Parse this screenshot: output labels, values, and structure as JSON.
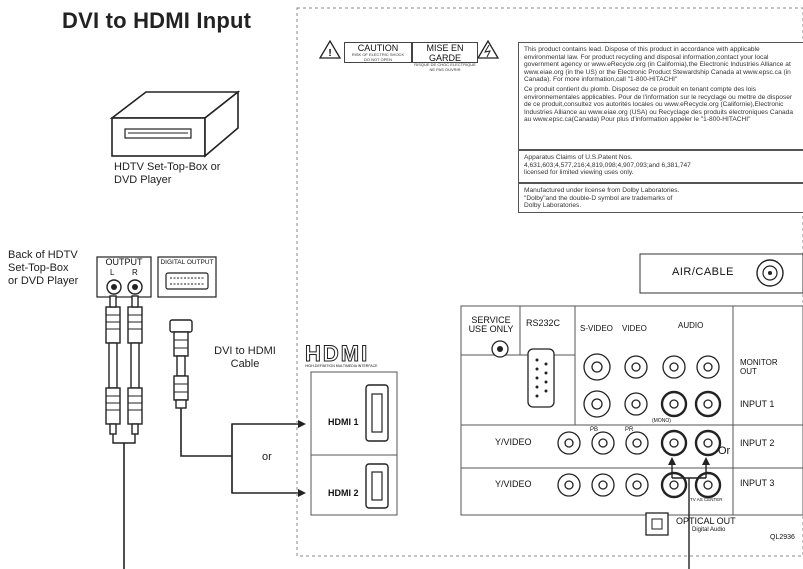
{
  "title": "DVI to HDMI Input",
  "device": {
    "name": "HDTV Set-Top-Box or\nDVD Player",
    "back_label": "Back of HDTV\nSet-Top-Box\nor DVD Player",
    "output_label": "OUTPUT",
    "output_l": "L",
    "output_r": "R",
    "digital_output_label": "DIGITAL OUTPUT"
  },
  "cable_label": "DVI to HDMI\nCable",
  "or_left": "or",
  "or_right": "Or",
  "tv_panel": {
    "caution_en": "CAUTION",
    "caution_fr": "MISE EN GARDE",
    "caution_en_sub": "RISK OF ELECTRIC SHOCK\nDO NOT OPEN",
    "caution_fr_sub": "RISQUE DE CHOC ELECTRIQUE\nNE PAS OUVRIR",
    "notice_en": "This product contains lead. Dispose of this product in accordance with applicable environmental law. For product recycling and disposal information,contact your local government agency or www.eRecycle.org (in California),the Electronic Industries Alliance at www.eiae.org (in the US) or the Electronic Product Stewardship Canada at www.epsc.ca (in Canada). For more information,call \"1-800-HITACHI\"",
    "notice_fr": "Ce produit contient du plomb. Disposez de ce produit en tenant compte des lois environnementales applicables. Pour de l'information sur le recyclage ou mettre de disposer de ce produit,consultez vos autorités locales ou www.eRecycle.org (Californie),Electronic Industries Alliance au www.eiae.org (USA) ou Recyclage des produits électroniques Canada au www.epsc.ca(Canada) Pour plus d'information appeler le \"1-800-HITACHI\"",
    "patent": "Apparatus Claims of U.S.Patent Nos.\n4,631,603;4,577,216;4,819,098;4,907,093;and 6,381,747\nlicensed for limited viewing uses only.",
    "dolby": "Manufactured under license from Dolby Laboratories.\n\"Dolby\"and the double-D symbol are trademarks of\nDolby Laboratories.",
    "air_cable": "AIR/CABLE",
    "service": "SERVICE\nUSE ONLY",
    "rs232c": "RS232C",
    "s_video": "S-VIDEO",
    "video": "VIDEO",
    "audio": "AUDIO",
    "hdmi_logo": "HDMI",
    "hdmi_tagline": "HIGH-DEFINITION MULTIMEDIA INTERFACE",
    "hdmi1": "HDMI 1",
    "hdmi2": "HDMI 2",
    "y_video_1": "Y/VIDEO",
    "y_video_2": "Y/VIDEO",
    "pb": "PB",
    "pr": "PR",
    "mono": "(MONO)",
    "monitor_out": "MONITOR\nOUT",
    "input1": "INPUT 1",
    "input2": "INPUT 2",
    "input3": "INPUT 3",
    "center": "TV AS CENTER",
    "optical_out": "OPTICAL OUT",
    "digital_audio": "Digital Audio",
    "model_code": "QL2936"
  }
}
